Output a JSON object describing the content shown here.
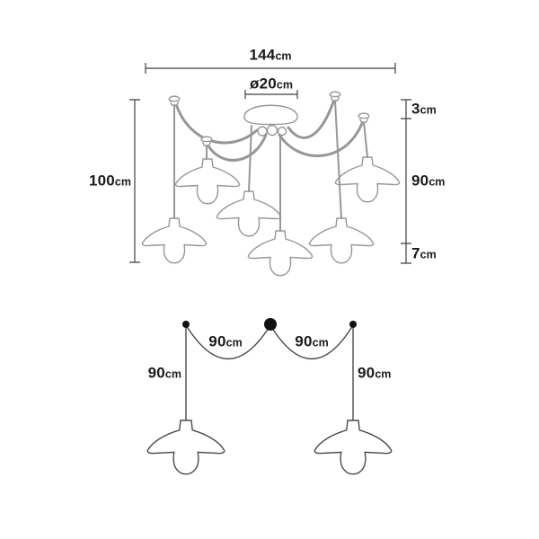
{
  "drawing": {
    "top_view": {
      "overall_width": {
        "value": "144",
        "unit": "cm"
      },
      "canopy_diameter": {
        "value": "ø20",
        "unit": "cm"
      },
      "overall_height": {
        "value": "100",
        "unit": "cm"
      },
      "top_offset": {
        "value": "3",
        "unit": "cm"
      },
      "cable_drop": {
        "value": "90",
        "unit": "cm"
      },
      "shade_bottom": {
        "value": "7",
        "unit": "cm"
      }
    },
    "bottom_view": {
      "swag_left": {
        "value": "90",
        "unit": "cm"
      },
      "swag_right": {
        "value": "90",
        "unit": "cm"
      },
      "drop_left": {
        "value": "90",
        "unit": "cm"
      },
      "drop_right": {
        "value": "90",
        "unit": "cm"
      }
    },
    "colors": {
      "outline_gray": "#979797",
      "dimension_line": "#3f3f3f",
      "text": "#1b1b1b"
    }
  }
}
